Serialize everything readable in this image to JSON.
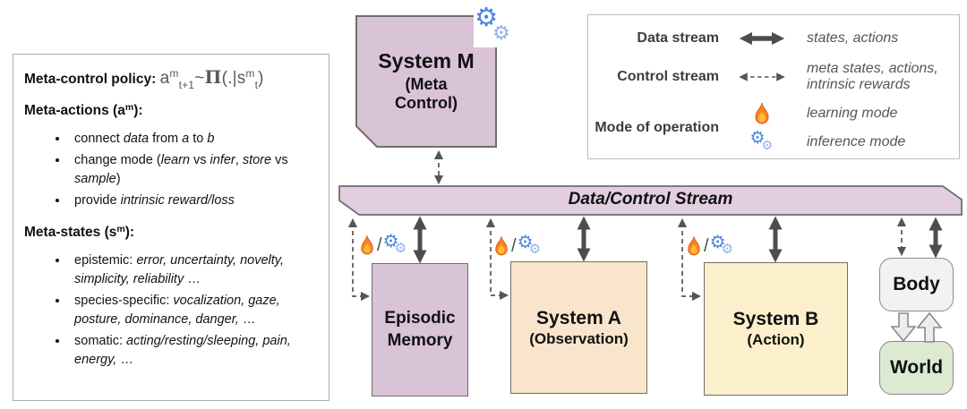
{
  "colors": {
    "mauve": "#e2cee0",
    "mauve_dark": "#d9c3d7",
    "peach": "#f9e5cc",
    "yellow": "#fbf0cb",
    "gray_box": "#f2f2f2",
    "green": "#dcead2",
    "arrow_dark": "#4d4d4d",
    "gear_blue": "#4e86e0",
    "flame_orange": "#f4871e"
  },
  "left_panel": {
    "policy_label": "Meta-control policy: ",
    "formula": {
      "base": "a",
      "sup1": "m",
      "sub1": "t+1",
      "tilde": "~",
      "pi": "Π",
      "open": "(.|s",
      "sup2": "m",
      "sub2": "t",
      "close": ")"
    },
    "meta_actions": {
      "prefix": "Meta-actions (a",
      "sup": "m",
      "suffix": "):"
    },
    "action_bullets": [
      "connect *data* from *a* to *b*",
      "change mode (*learn* vs *infer*,  *store* vs *sample*)",
      "provide *intrinsic reward/loss*"
    ],
    "meta_states": {
      "prefix": "Meta-states (s",
      "sup": "m",
      "suffix": "):"
    },
    "state_bullets": [
      "epistemic: *error, uncertainty, novelty, simplicity, reliability* …",
      "species-specific: *vocalization, gaze, posture, dominance, danger,* …",
      "somatic: *acting/resting/sleeping, pain, energy,* …"
    ]
  },
  "system_m": {
    "title": "System M",
    "subtitle": "(Meta Control)"
  },
  "stream_bar": {
    "label": "Data/Control Stream"
  },
  "legend": {
    "data_stream": {
      "label": "Data stream",
      "desc": "states, actions"
    },
    "control_stream": {
      "label": "Control stream",
      "desc": "meta states, actions, intrinsic rewards"
    },
    "mode": {
      "label": "Mode of operation",
      "learning": "learning mode",
      "inference": "inference mode"
    }
  },
  "mode_separator": "/",
  "boxes": {
    "episodic": {
      "title": "Episodic Memory"
    },
    "system_a": {
      "title": "System A",
      "subtitle": "(Observation)"
    },
    "system_b": {
      "title": "System B",
      "subtitle": "(Action)"
    },
    "body": {
      "title": "Body"
    },
    "world": {
      "title": "World"
    }
  }
}
